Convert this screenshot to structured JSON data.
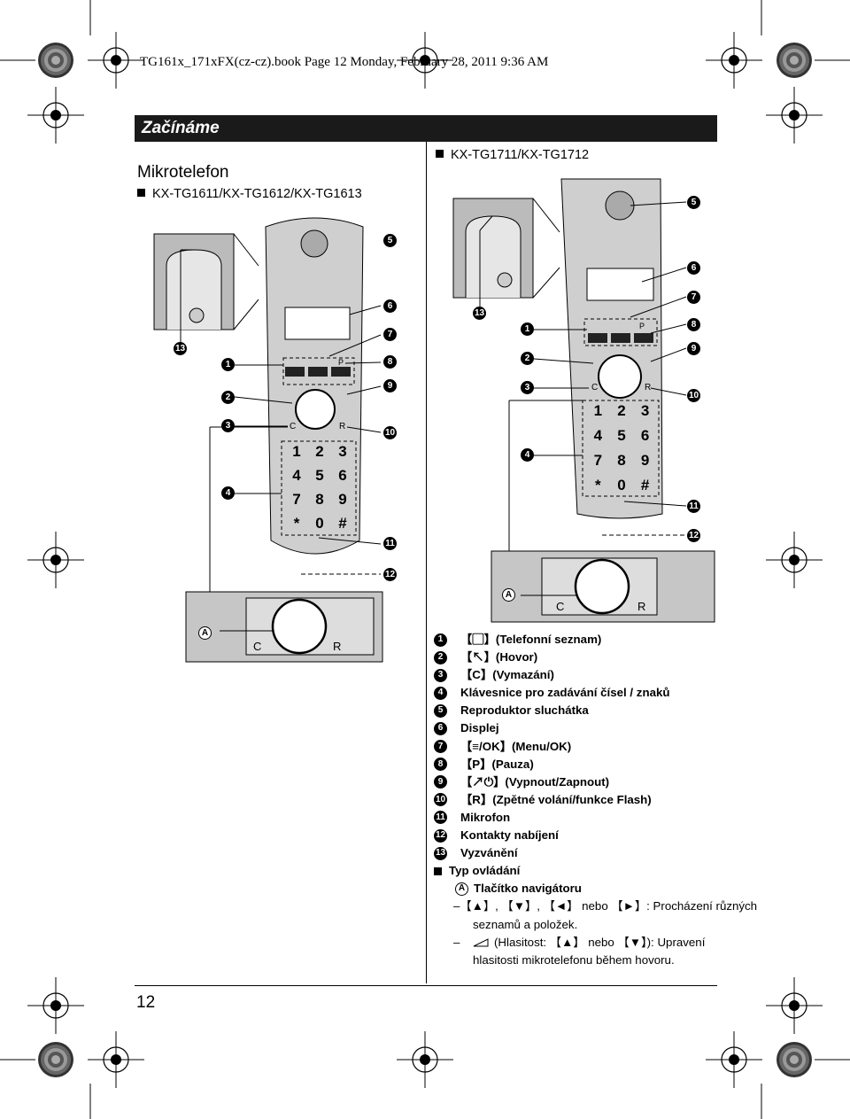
{
  "running_header": "TG161x_171xFX(cz-cz).book  Page 12  Monday, February 28, 2011  9:36 AM",
  "section_title": "Začínáme",
  "subtitle": "Mikrotelefon",
  "models": {
    "left": "KX-TG1611/KX-TG1612/KX-TG1613",
    "right": "KX-TG1711/KX-TG1712"
  },
  "page_number": "12",
  "callout_numbers": [
    "1",
    "2",
    "3",
    "4",
    "5",
    "6",
    "7",
    "8",
    "9",
    "10",
    "11",
    "12",
    "13"
  ],
  "callout_letter": "A",
  "keypad_keys": [
    "1",
    "2",
    "3",
    "4",
    "5",
    "6",
    "7",
    "8",
    "9",
    "*",
    "0",
    "#"
  ],
  "key_labels": {
    "clear": "C",
    "recall": "R",
    "pause": "P"
  },
  "legend": {
    "items": [
      {
        "num": "1",
        "text": "【▢】(Telefonní seznam)"
      },
      {
        "num": "2",
        "text": "【↖】(Hovor)"
      },
      {
        "num": "3",
        "text": "【C】(Vymazání)"
      },
      {
        "num": "4",
        "text": "Klávesnice pro zadávání čísel / znaků"
      },
      {
        "num": "5",
        "text": "Reproduktor sluchátka"
      },
      {
        "num": "6",
        "text": "Displej"
      },
      {
        "num": "7",
        "text": "【≡/OK】(Menu/OK)"
      },
      {
        "num": "8",
        "text": "【P】(Pauza)"
      },
      {
        "num": "9",
        "text": "【↗⏻】(Vypnout/Zapnout)"
      },
      {
        "num": "10",
        "text": "【R】(Zpětné volání/funkce Flash)"
      },
      {
        "num": "11",
        "text": "Mikrofon"
      },
      {
        "num": "12",
        "text": "Kontakty nabíjení"
      },
      {
        "num": "13",
        "text": "Vyzvánění"
      }
    ],
    "type_heading": "Typ ovládání",
    "nav_letter": "A",
    "nav_heading": "Tlačítko navigátoru",
    "dash1_line1": "【▲】, 【▼】, 【◄】 nebo 【►】: Procházení různých",
    "dash1_line2": "seznamů a položek.",
    "dash2_line1": "(Hlasitost: 【▲】 nebo 【▼】): Upravení",
    "dash2_line2": "hlasitosti mikrotelefonu během hovoru."
  }
}
